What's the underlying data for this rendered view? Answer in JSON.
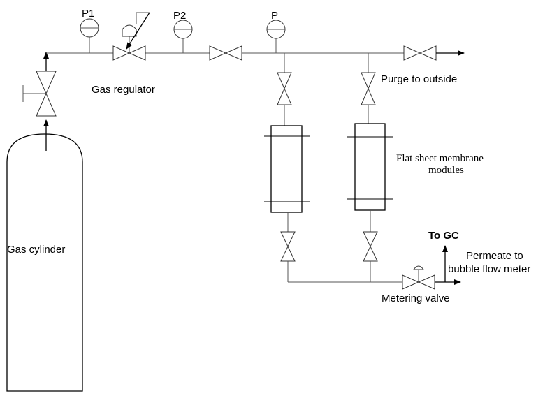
{
  "labels": {
    "p1": "P1",
    "p2": "P2",
    "p": "P",
    "gas_regulator": "Gas regulator",
    "purge": "Purge to outside",
    "modules_line1": "Flat sheet membrane",
    "modules_line2": "modules",
    "to_gc": "To GC",
    "permeate_line1": "Permeate to",
    "permeate_line2": "bubble flow meter",
    "metering_valve": "Metering valve",
    "gas_cylinder": "Gas cylinder"
  }
}
